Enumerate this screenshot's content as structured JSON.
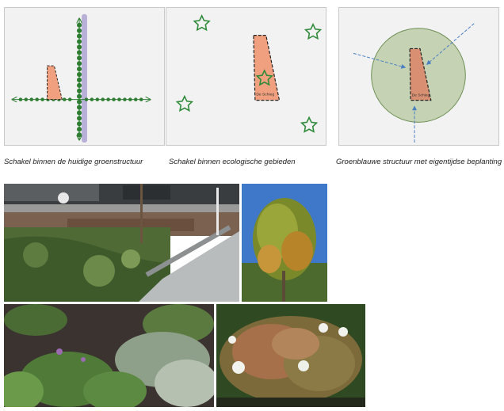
{
  "diagrams": [
    {
      "caption": "Schakel binnen de huidige groenstructuur"
    },
    {
      "caption": "Schakel binnen ecologische gebieden",
      "site_label": "De Schieg"
    },
    {
      "caption": "Groenblauwe structuur met eigentijdse beplanting",
      "site_label": "De Schieg"
    }
  ],
  "colors": {
    "site_fill": "#f0a07e",
    "tree_dots": "#2e7d32",
    "star_stroke": "#2f8a3a",
    "arrow_blue": "#4a7fc1",
    "circle_fill": "#c5d3b4",
    "lane": "#b9b0d8"
  },
  "photos": [
    {
      "subject": "street-bioswale"
    },
    {
      "subject": "tree-autumn"
    },
    {
      "subject": "shade-perennials"
    },
    {
      "subject": "oakleaf-hydrangea"
    }
  ]
}
